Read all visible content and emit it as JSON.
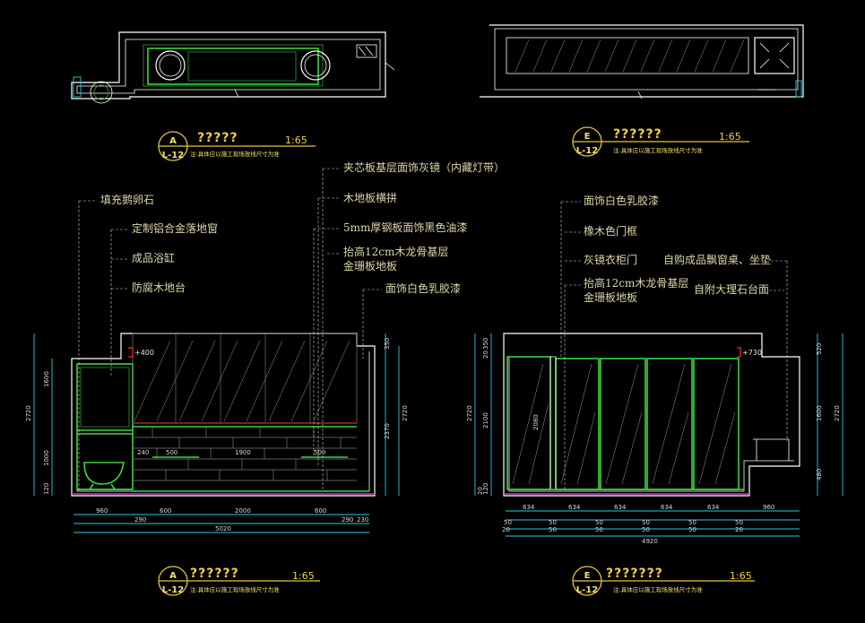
{
  "drawings": {
    "top_left": {
      "title": "?????",
      "scale": "1:65",
      "tag_top": "A",
      "tag_bottom": "L-12",
      "note": "注:具体应以施工现场放线尺寸为准"
    },
    "top_right": {
      "title": "??????",
      "scale": "1:65",
      "tag_top": "E",
      "tag_bottom": "L-12",
      "note": "注:具体应以施工现场放线尺寸为准"
    },
    "bottom_left": {
      "title": "??????",
      "scale": "1:65",
      "tag_top": "A",
      "tag_bottom": "L-12",
      "note": "注:具体应以施工现场放线尺寸为准"
    },
    "bottom_right": {
      "title": "???????",
      "scale": "1:65",
      "tag_top": "E",
      "tag_bottom": "L-12",
      "note": "注:具体应以施工现场放线尺寸为准"
    }
  },
  "left_elevation": {
    "labels": [
      "填充鹅卵石",
      "定制铝合金落地窗",
      "成品浴缸",
      "防腐木地台",
      "夹芯板基层面饰灰镜（内藏灯带）",
      "木地板横拼",
      "5mm厚钢板面饰黑色油漆",
      "抬高12cm木龙骨基层",
      "金珊板地板",
      "面饰白色乳胶漆"
    ],
    "level_mark": "+400",
    "dims_bottom_row1": [
      "960",
      "600",
      "2000",
      "600",
      "290",
      "230"
    ],
    "dims_bottom_row2": [
      "290",
      "5020"
    ],
    "dims_left": [
      "2720",
      "1600",
      "1000",
      "120"
    ],
    "dims_right": [
      "350",
      "2370",
      "2720"
    ],
    "dims_inner": [
      "240",
      "1900",
      "500",
      "500"
    ]
  },
  "right_elevation": {
    "labels": [
      "面饰白色乳胶漆",
      "橡木色门框",
      "灰镜衣柜门",
      "抬高12cm木龙骨基层",
      "金珊板地板",
      "自购成品飘窗桌、坐垫",
      "自附大理石台面"
    ],
    "level_mark": "+730",
    "dims_bottom_row1": [
      "634",
      "634",
      "634",
      "634",
      "634",
      "960"
    ],
    "dims_bottom_row2": [
      "50",
      "50",
      "50",
      "50",
      "50",
      "50"
    ],
    "dims_bottom_row3": [
      "20",
      "50",
      "50",
      "50",
      "50",
      "20"
    ],
    "dims_bottom_total": "4920",
    "dims_left": [
      "2720",
      "2100",
      "350",
      "20",
      "120",
      "20"
    ],
    "dims_inner": [
      "2080"
    ],
    "dims_right": [
      "520",
      "1600",
      "480",
      "2720"
    ]
  },
  "colors": {
    "background": "#000000",
    "wall": "#ffffff",
    "frame": "#3cd43c",
    "dimension": "#2ec8e0",
    "title": "#f0d040",
    "leader_text": "#dcd6a6",
    "level_line": "#ff2a2a",
    "floor_line": "#c23ac2"
  }
}
